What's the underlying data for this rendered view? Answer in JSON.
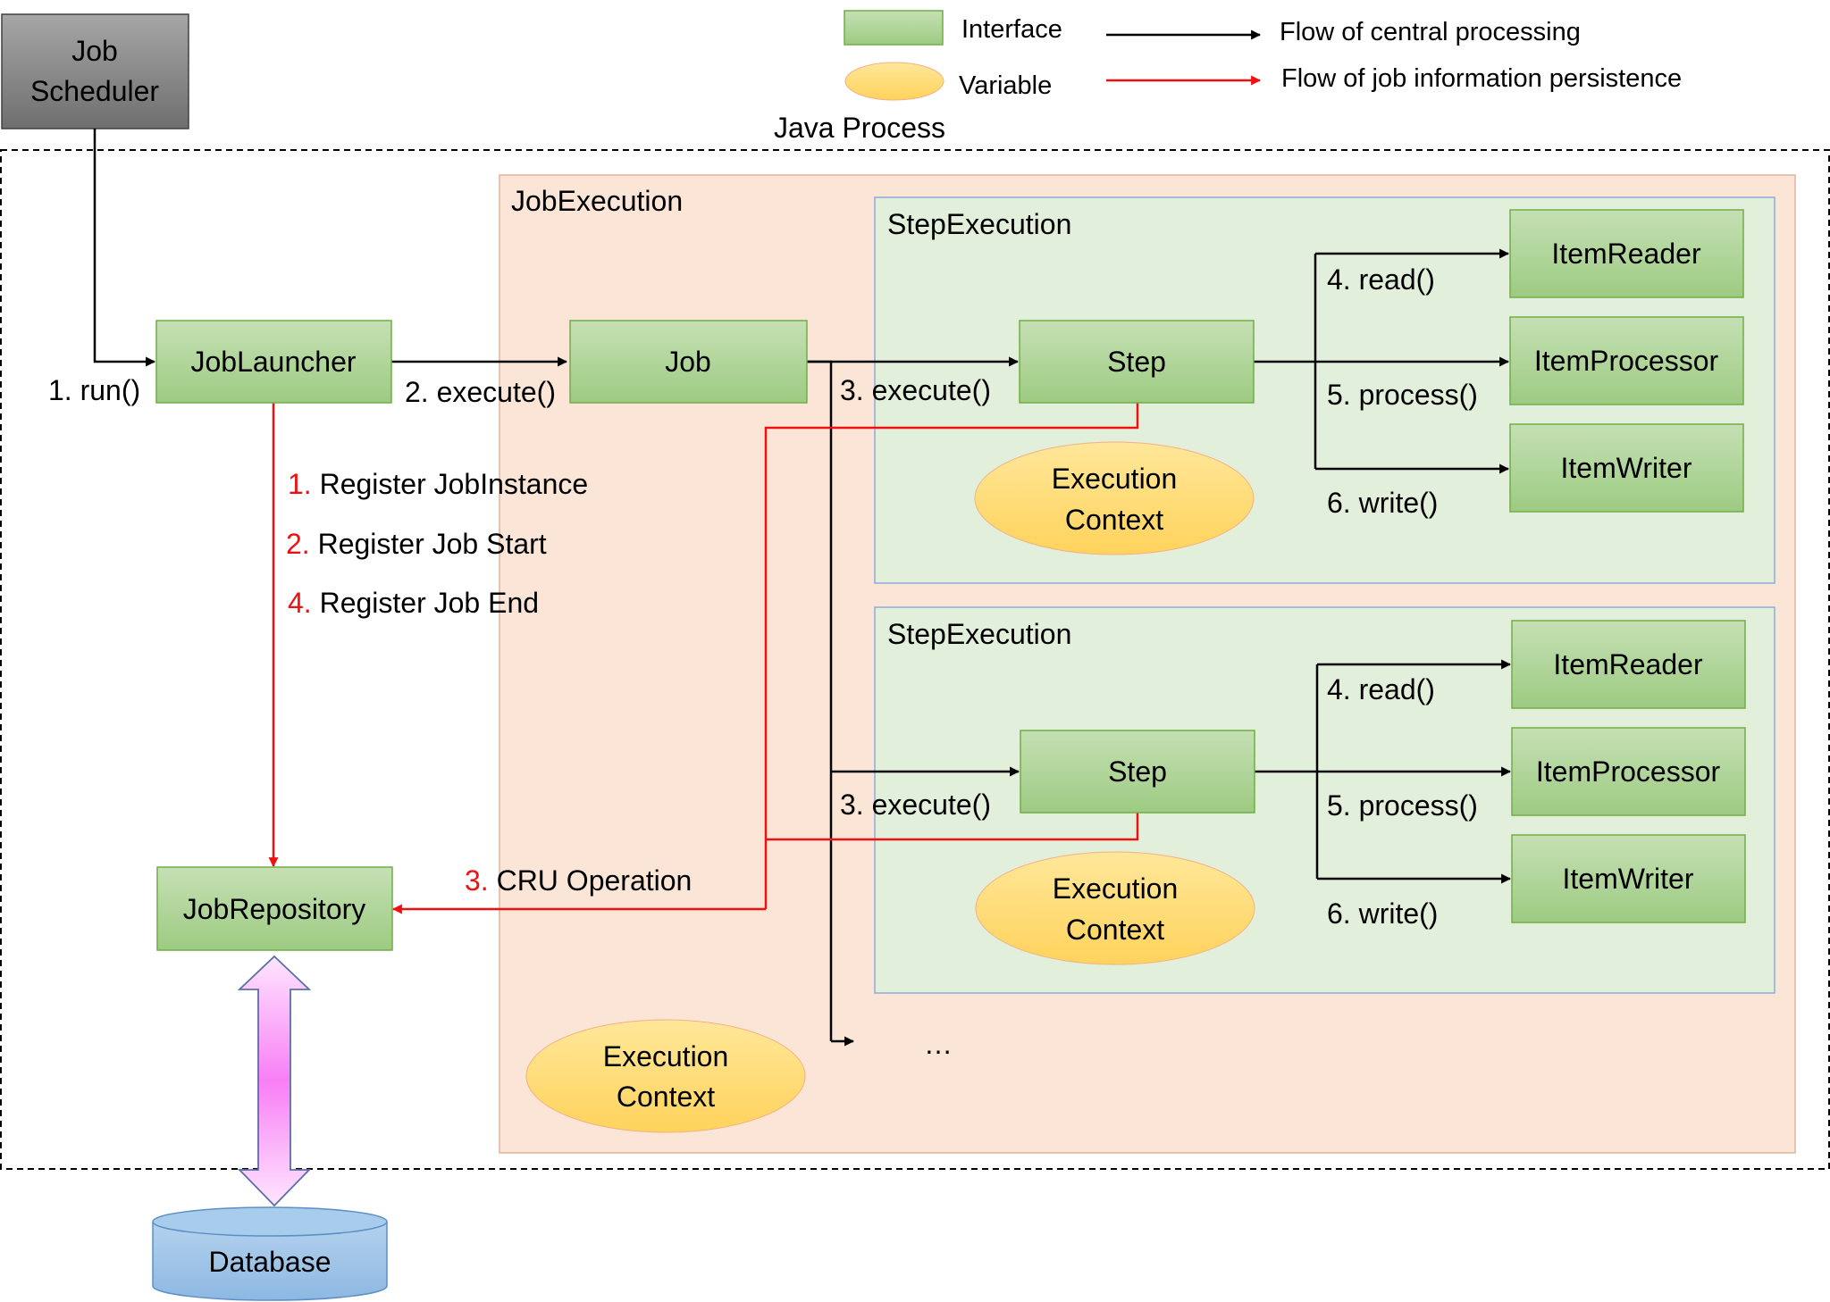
{
  "legend": {
    "interface_label": "Interface",
    "variable_label": "Variable",
    "central_flow_label": "Flow of central processing",
    "persistence_flow_label": "Flow of job information persistence"
  },
  "job_scheduler": {
    "line1": "Job",
    "line2": "Scheduler"
  },
  "java_process_label": "Java Process",
  "job_execution_label": "JobExecution",
  "step_executions": [
    {
      "label": "StepExecution",
      "step": "Step",
      "execute": "3. execute()",
      "context_line1": "Execution",
      "context_line2": "Context",
      "reader": "ItemReader",
      "processor": "ItemProcessor",
      "writer": "ItemWriter",
      "read": "4. read()",
      "process": "5. process()",
      "write": "6. write()"
    },
    {
      "label": "StepExecution",
      "step": "Step",
      "execute": "3. execute()",
      "context_line1": "Execution",
      "context_line2": "Context",
      "reader": "ItemReader",
      "processor": "ItemProcessor",
      "writer": "ItemWriter",
      "read": "4. read()",
      "process": "5. process()",
      "write": "6. write()"
    }
  ],
  "job_launcher": "JobLauncher",
  "run_label": "1. run()",
  "job": "Job",
  "execute_label": "2. execute()",
  "register_steps": [
    {
      "num": "1.",
      "text": "Register JobInstance"
    },
    {
      "num": "2.",
      "text": "Register Job Start"
    },
    {
      "num": "4.",
      "text": "Register Job End"
    }
  ],
  "cru": {
    "num": "3.",
    "text": "CRU Operation"
  },
  "job_repository": "JobRepository",
  "job_context": {
    "line1": "Execution",
    "line2": "Context"
  },
  "ellipsis": "…",
  "database": "Database",
  "colors": {
    "interface_fill": "#a9d18e",
    "interface_border": "#70ad47",
    "variable_fill": "#ffd966",
    "job_execution_bg": "#fbe5d6",
    "step_execution_bg": "#e2efda",
    "step_execution_border": "#8faadc",
    "persistence": "#ee1111",
    "central": "#000000",
    "database_fill": "#9dc3e6",
    "scheduler_fill": "#7f7f7f"
  }
}
